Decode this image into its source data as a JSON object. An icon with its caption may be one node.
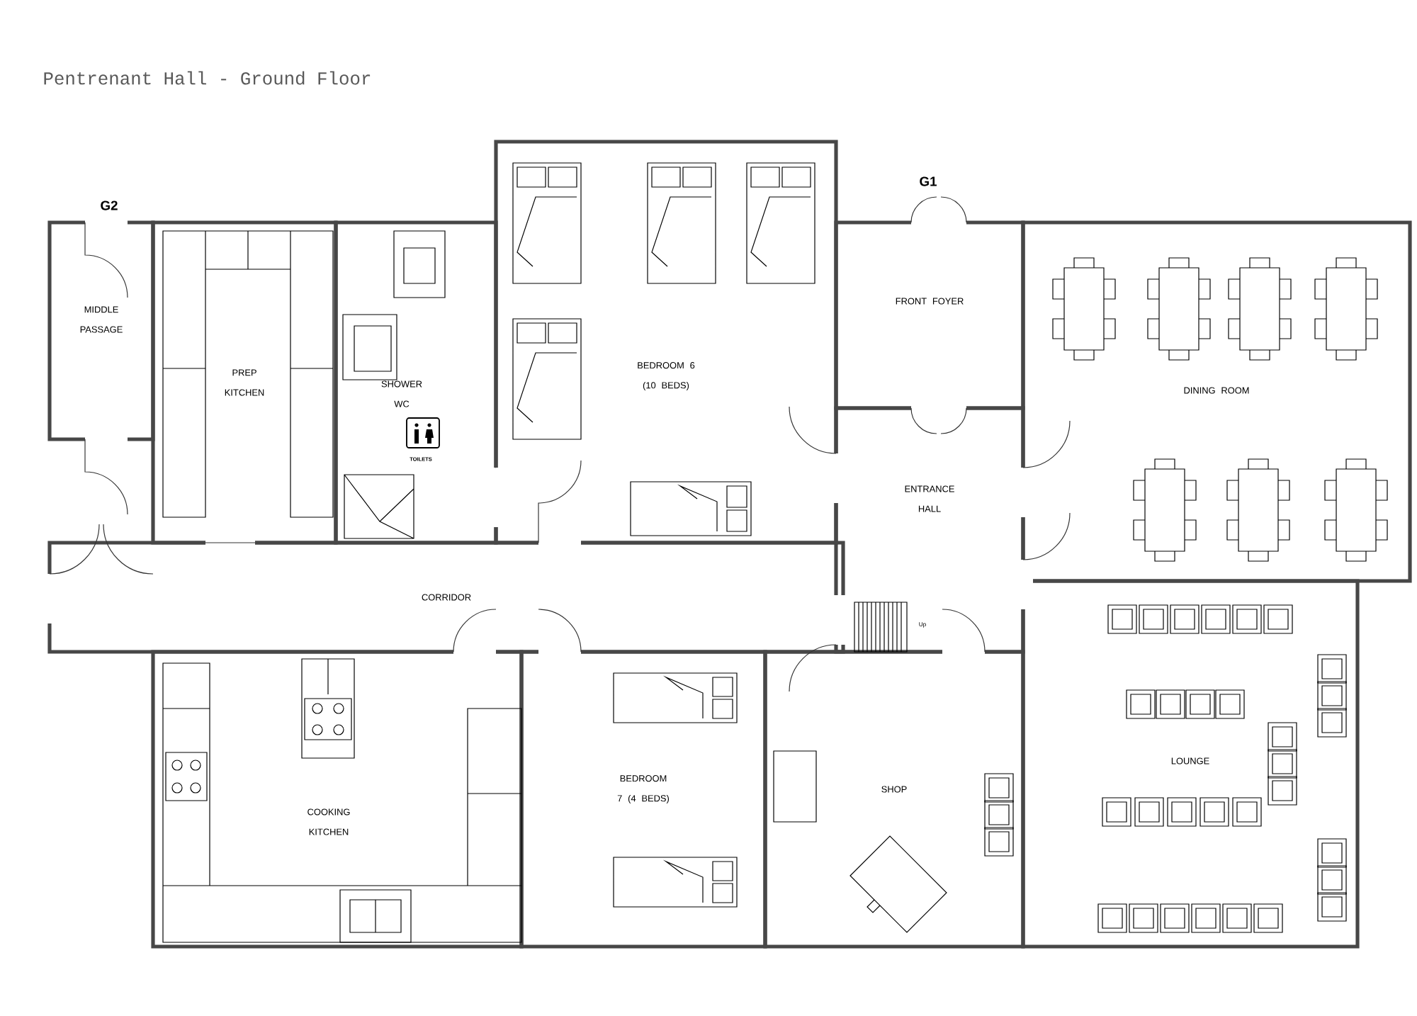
{
  "diagram": {
    "title": "Pentrenant Hall - Ground Floor",
    "nodes": [
      {
        "text": [
          "MIDDLE PASSAGE"
        ]
      },
      {
        "text": [
          "PREP KITCHEN"
        ]
      },
      {
        "text": [
          "SHOWER WC"
        ]
      },
      {
        "text": [
          "BEDROOM 6 (10 BEDS)"
        ]
      },
      {
        "text": [
          "FRONT FOYER"
        ]
      },
      {
        "text": [
          "DINING ROOM"
        ]
      },
      {
        "text": [
          "ENTRANCE HALL"
        ]
      },
      {
        "text": [
          "CORRIDOR"
        ]
      },
      {
        "text": [
          "COOKING KITCHEN"
        ]
      },
      {
        "text": [
          "BEDROOM 7 (4 BEDS)"
        ]
      },
      {
        "text": [
          "SHOP"
        ]
      },
      {
        "text": [
          "LOUNGE"
        ]
      }
    ],
    "labels": [
      "G2",
      "G1",
      "TOILETS",
      "Up"
    ]
  }
}
